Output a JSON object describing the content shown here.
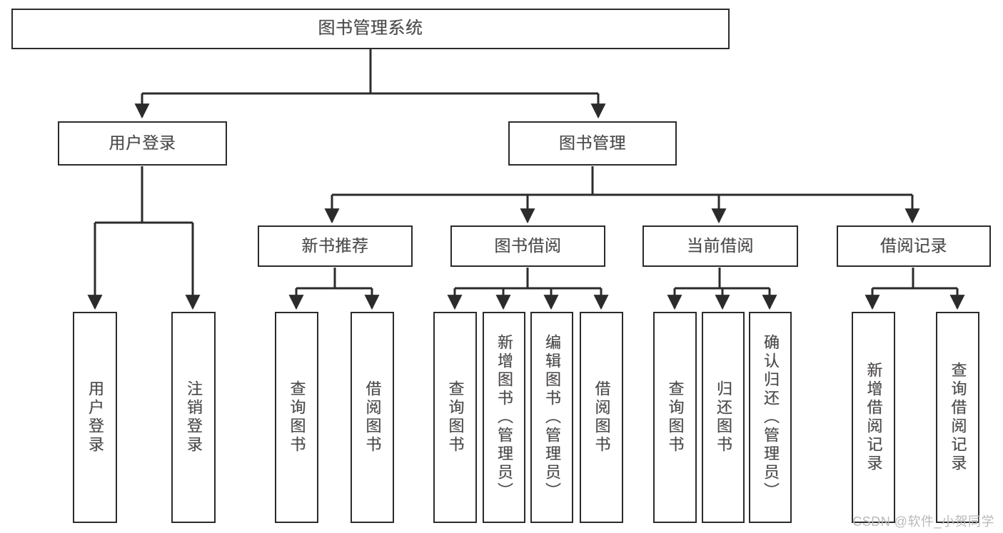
{
  "diagram": {
    "title": "图书管理系统",
    "type": "tree-hierarchy-chart",
    "stroke_color": "#2b2b2b",
    "text_color": "#4a4a4a",
    "background_color": "#ffffff"
  },
  "nodes": {
    "root": {
      "label": "图书管理系统"
    },
    "level2": [
      {
        "label": "用户登录"
      },
      {
        "label": "图书管理"
      }
    ],
    "level3": [
      {
        "label": "新书推荐"
      },
      {
        "label": "图书借阅"
      },
      {
        "label": "当前借阅"
      },
      {
        "label": "借阅记录"
      }
    ],
    "leaves_user_login": [
      {
        "label": "用户登录"
      },
      {
        "label": "注销登录"
      }
    ],
    "leaves_new_book": [
      {
        "label": "查询图书"
      },
      {
        "label": "借阅图书"
      }
    ],
    "leaves_borrow": [
      {
        "label": "查询图书"
      },
      {
        "label": "新增图书（管理员）"
      },
      {
        "label": "编辑图书（管理员）"
      },
      {
        "label": "借阅图书"
      }
    ],
    "leaves_current": [
      {
        "label": "查询图书"
      },
      {
        "label": "归还图书"
      },
      {
        "label": "确认归还（管理员）"
      }
    ],
    "leaves_record": [
      {
        "label": "新增借阅记录"
      },
      {
        "label": "查询借阅记录"
      }
    ]
  },
  "watermark": {
    "text": "CSDN @软件_小贺同学"
  }
}
